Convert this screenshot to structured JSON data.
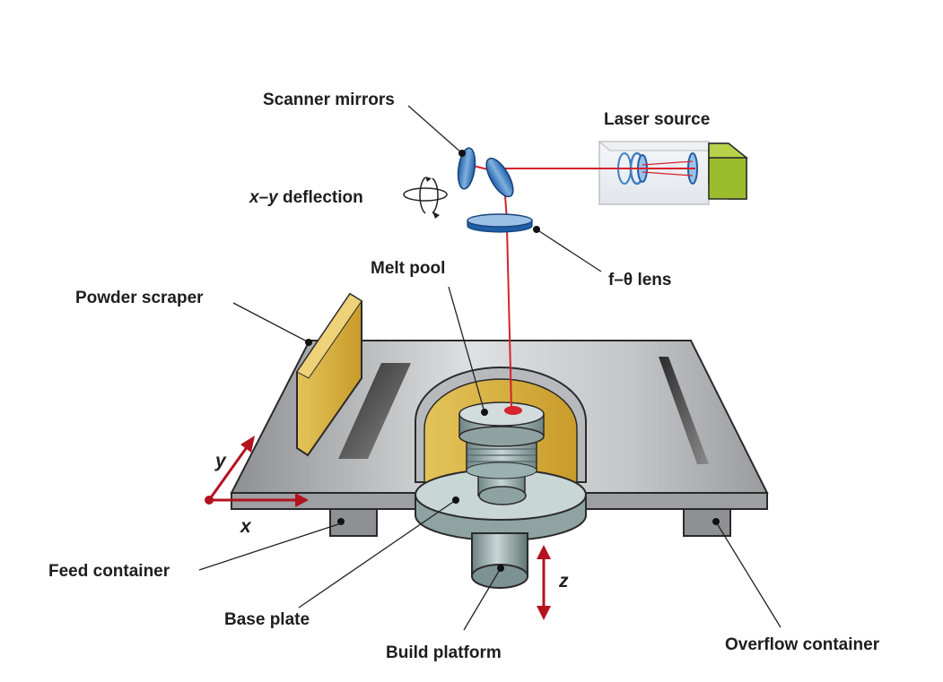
{
  "labels": {
    "scanner_mirrors": "Scanner mirrors",
    "laser_source": "Laser source",
    "xy_deflection_italic": "x–y",
    "xy_deflection_rest": " deflection",
    "f_theta_lens": "f–θ lens",
    "melt_pool": "Melt pool",
    "powder_scraper": "Powder scraper",
    "feed_container": "Feed container",
    "base_plate": "Base plate",
    "build_platform": "Build platform",
    "overflow_container": "Overflow container"
  },
  "axes": {
    "x": "x",
    "y": "y",
    "z": "z"
  },
  "colors": {
    "laser_beam": "#d6232e",
    "axis_arrows": "#b3121e",
    "plate_gray": "#b9babc",
    "powder_gold": "#d6b243",
    "lens_blue": "#3d7fc2",
    "laser_box_green": "#9bbc2c",
    "platform_teal": "#a9bcbc"
  }
}
